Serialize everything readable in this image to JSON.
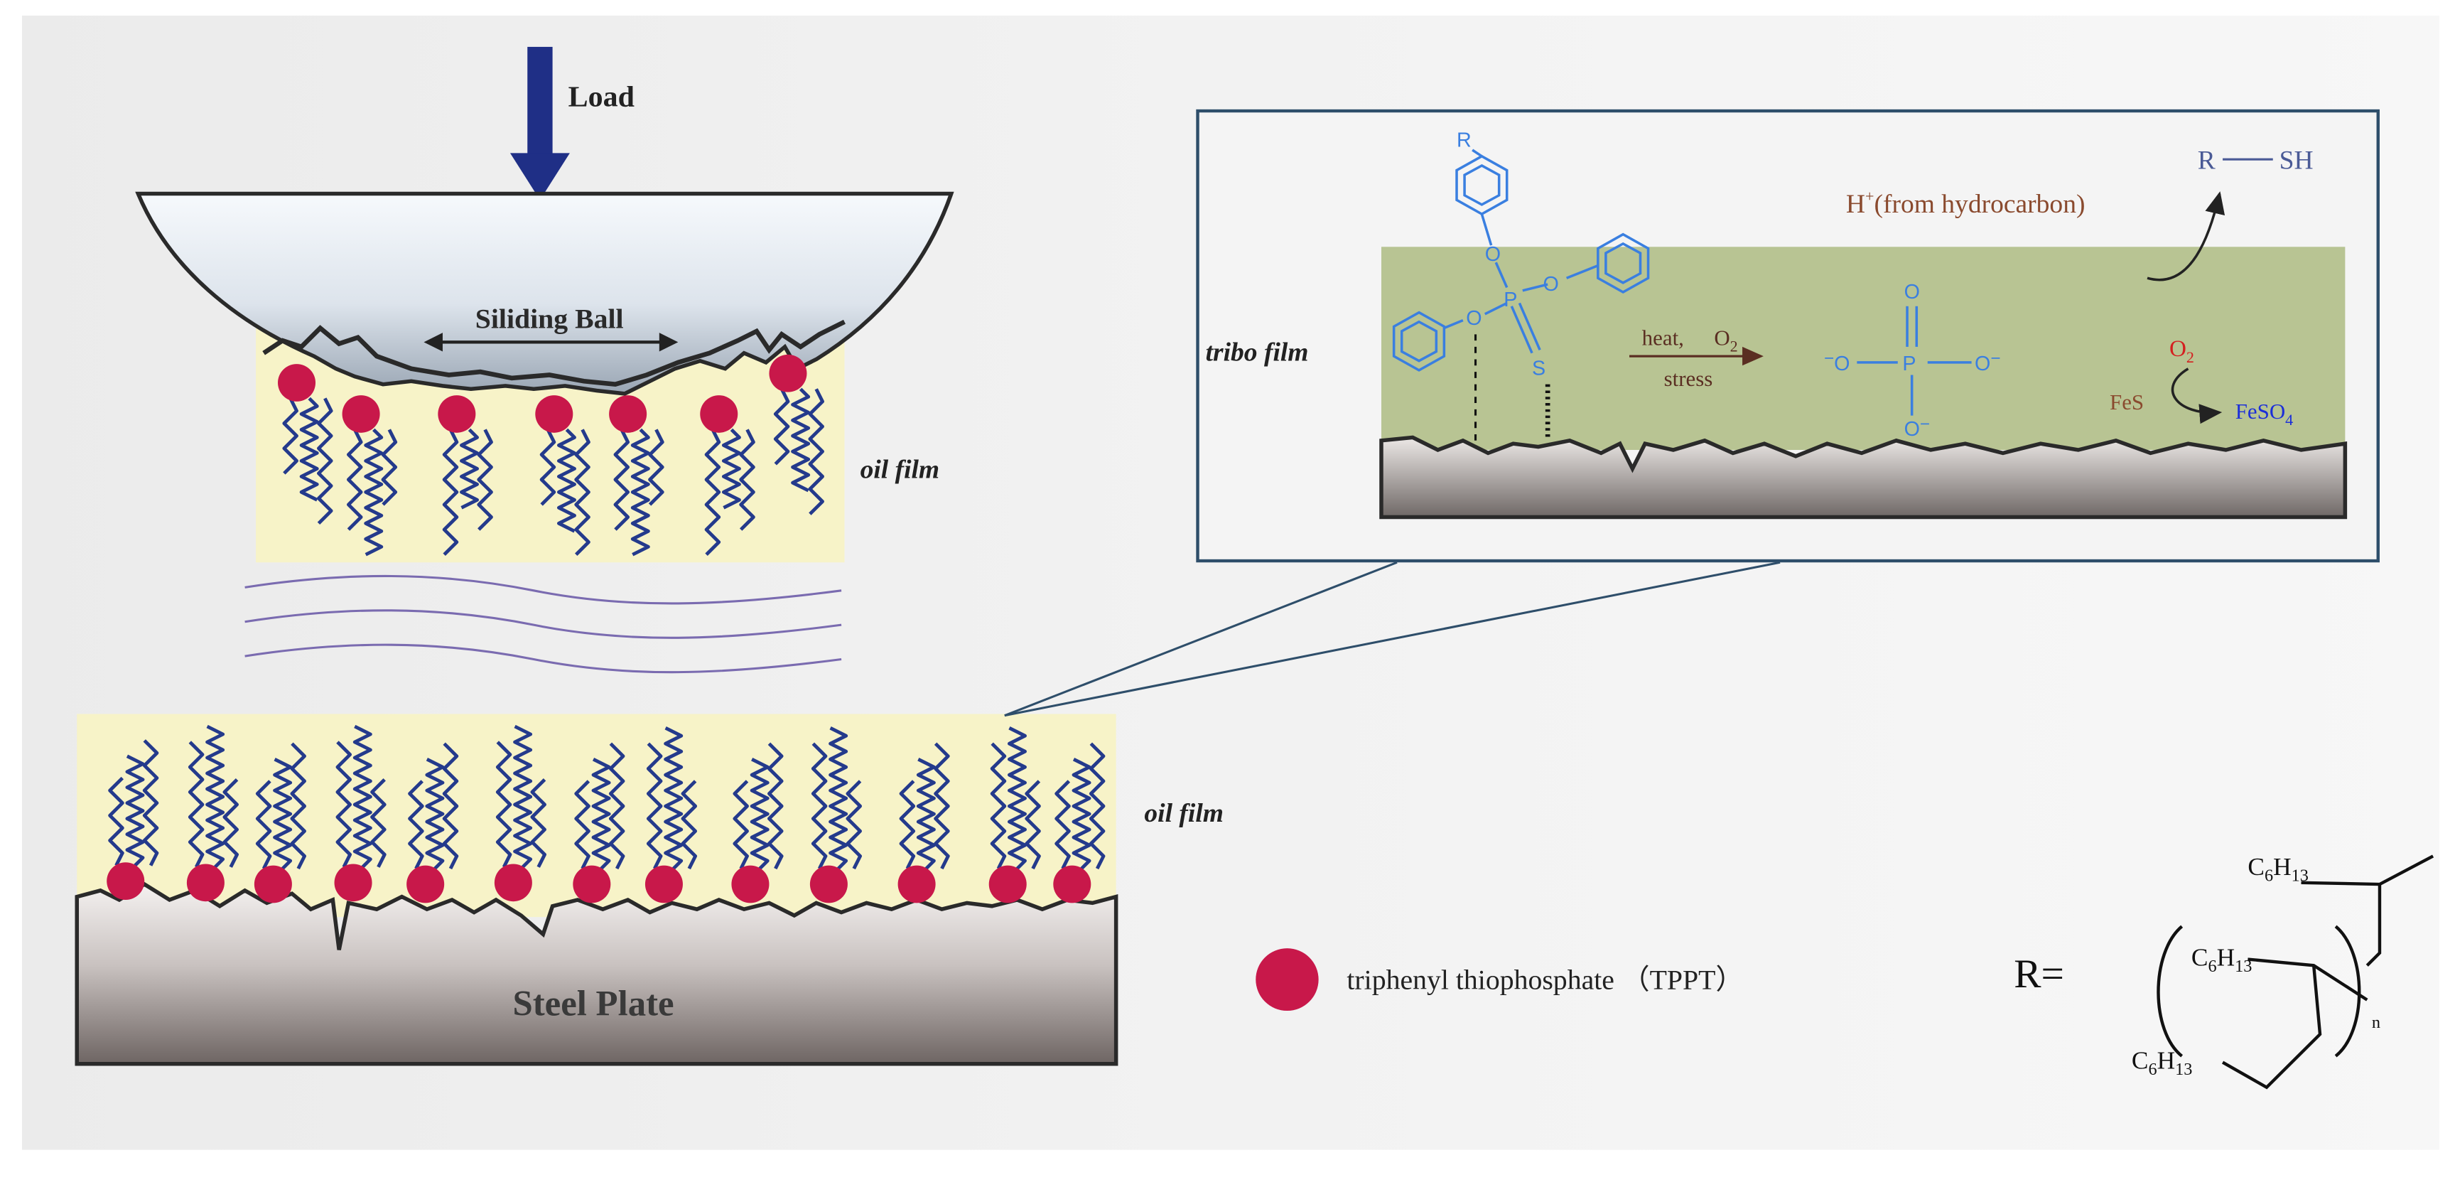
{
  "labels": {
    "load": "Load",
    "sliding_ball": "Siliding Ball",
    "oil_film_top": "oil film",
    "oil_film_bottom": "oil film",
    "steel_plate": "Steel Plate",
    "tribo_film": "tribo film",
    "proton_source": "(from hydrocarbon)",
    "proton": "H",
    "proton_charge": "+",
    "thiol_r": "R",
    "thiol_sh": "SH",
    "heat": "heat,",
    "o2_reagent": "O",
    "o2_reagent_sub": "2",
    "stress": "stress",
    "fes": "FeS",
    "o2_oxidant": "O",
    "o2_oxidant_sub": "2",
    "feso4": "FeSO",
    "feso4_sub": "4",
    "legend_text": "triphenyl thiophosphate （TPPT）",
    "r_equals": "R=",
    "c6h13_a": "C",
    "c6h13_a_sub1": "6",
    "c6h13_a_h": "H",
    "c6h13_a_sub2": "13",
    "c6h13_b": "C",
    "c6h13_b_sub1": "6",
    "c6h13_b_h": "H",
    "c6h13_b_sub2": "13",
    "c6h13_c": "C",
    "c6h13_c_sub1": "6",
    "c6h13_c_h": "H",
    "c6h13_c_sub2": "13",
    "repeat_n": "n",
    "mol_r": "R",
    "mol_o1": "O",
    "mol_o2": "O",
    "mol_o3": "O",
    "mol_p": "P",
    "mol_s": "S",
    "phos_p": "P",
    "phos_o_top": "O",
    "phos_o_left": "O",
    "phos_o_right": "O",
    "phos_o_bottom": "O",
    "minus": "−"
  },
  "colors": {
    "background": "#efefef",
    "oil_film": "#f7f3c8",
    "tppt_head": "#c8184a",
    "tail": "#243a8c",
    "load_arrow": "#1f2f86",
    "tribo_film": "#b8c493",
    "molecule_blue": "#3a7fe0",
    "oxidant_red": "#d42020",
    "feso4_blue": "#1c2fd8",
    "text_brown": "#8a4a2e",
    "thiol_blue": "#4a5a96",
    "box_border": "#2e4e6a"
  }
}
